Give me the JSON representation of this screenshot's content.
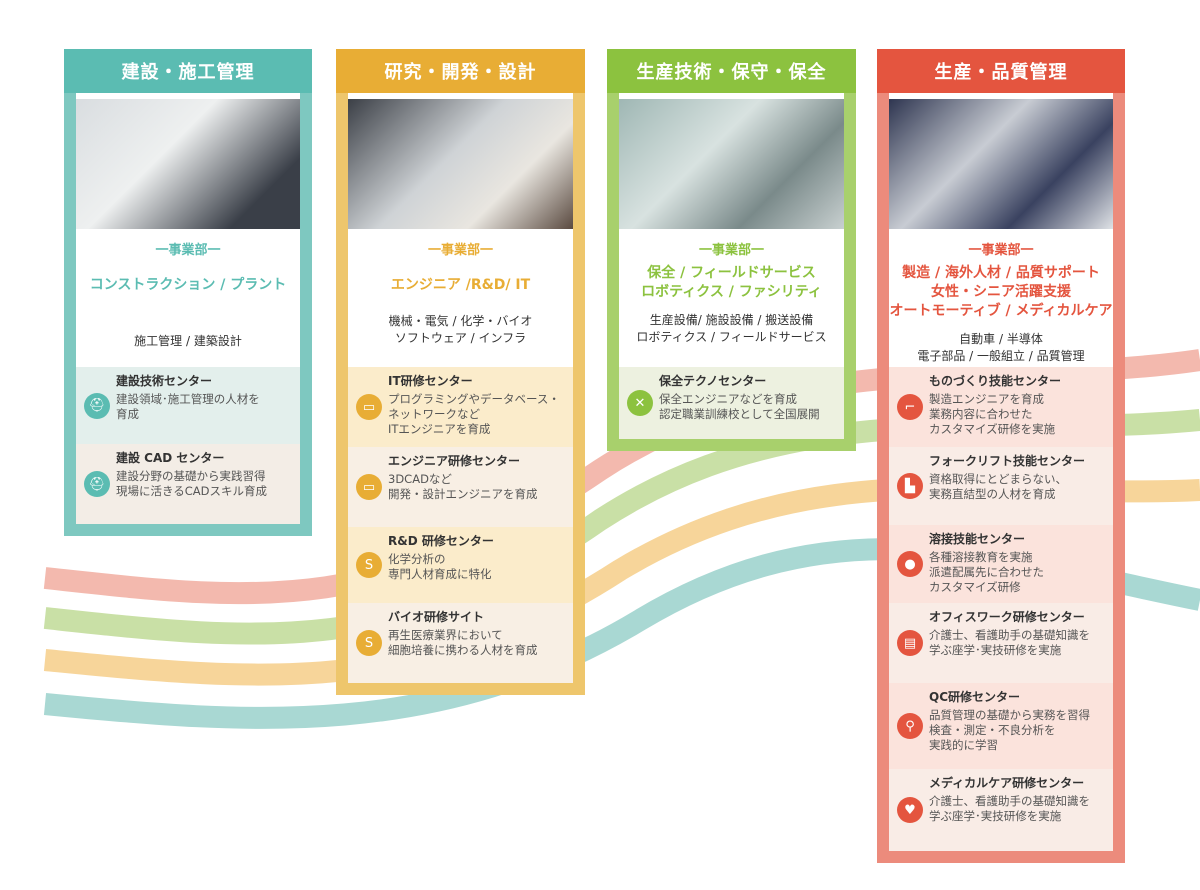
{
  "colors": {
    "teal": "#5bbcb2",
    "yellow": "#e8ad35",
    "green": "#8cc23f",
    "red": "#e4553f"
  },
  "cards": [
    {
      "title": "建設・施工管理",
      "division_label": "一事業部一",
      "division": "コンストラクション / プラント",
      "fields": "施工管理 / 建築設計",
      "centers": [
        {
          "icon": "helmet-icon",
          "title": "建設技術センター",
          "desc": "建設領域･施工管理の人材を\n育成"
        },
        {
          "icon": "helmet-icon",
          "title": "建設 CAD センター",
          "desc": "建設分野の基礎から実践習得\n現場に活きるCADスキル育成"
        }
      ]
    },
    {
      "title": "研究・開発・設計",
      "division_label": "一事業部一",
      "division": "エンジニア /R&D/ IT",
      "fields": "機械・電気 / 化学・バイオ\nソフトウェア / インフラ",
      "centers": [
        {
          "icon": "laptop-icon",
          "title": "IT研修センター",
          "desc": "プログラミングやデータベース・\nネットワークなど\nITエンジニアを育成"
        },
        {
          "icon": "laptop-icon",
          "title": "エンジニア研修センター",
          "desc": "3DCADなど\n開発・設計エンジニアを育成"
        },
        {
          "icon": "microscope-icon",
          "title": "R&D 研修センター",
          "desc": "化学分析の\n専門人材育成に特化"
        },
        {
          "icon": "microscope-icon",
          "title": "バイオ研修サイト",
          "desc": "再生医療業界において\n細胞培養に携わる人材を育成"
        }
      ]
    },
    {
      "title": "生産技術・保守・保全",
      "division_label": "一事業部一",
      "division": "保全 / フィールドサービス\nロボティクス / ファシリティ",
      "fields": "生産設備/ 施設設備 / 搬送設備\nロボティクス / フィールドサービス",
      "centers": [
        {
          "icon": "tools-icon",
          "title": "保全テクノセンター",
          "desc": "保全エンジニアなどを育成\n認定職業訓練校として全国展開"
        }
      ]
    },
    {
      "title": "生産・品質管理",
      "division_label": "一事業部一",
      "division": "製造 / 海外人材 / 品質サポート\n女性・シニア活躍支援\nオートモーティブ / メディカルケア",
      "fields": "自動車 / 半導体\n電子部品 / 一般組立 / 品質管理",
      "centers": [
        {
          "icon": "drill-icon",
          "title": "ものづくり技能センター",
          "desc": "製造エンジニアを育成\n業務内容に合わせた\nカスタマイズ研修を実施"
        },
        {
          "icon": "forklift-icon",
          "title": "フォークリフト技能センター",
          "desc": "資格取得にとどまらない、\n実務直結型の人材を育成"
        },
        {
          "icon": "flame-icon",
          "title": "溶接技能センター",
          "desc": "各種溶接教育を実施\n派遣配属先に合わせた\nカスタマイズ研修"
        },
        {
          "icon": "document-icon",
          "title": "オフィスワーク研修センター",
          "desc": "介護士、看護助手の基礎知識を\n学ぶ座学･実技研修を実施"
        },
        {
          "icon": "search-icon",
          "title": "QC研修センター",
          "desc": "品質管理の基礎から実務を習得\n検査・測定・不良分析を\n実践的に学習"
        },
        {
          "icon": "heart-icon",
          "title": "メディカルケア研修センター",
          "desc": "介護士、看護助手の基礎知識を\n学ぶ座学･実技研修を実施"
        }
      ]
    }
  ]
}
